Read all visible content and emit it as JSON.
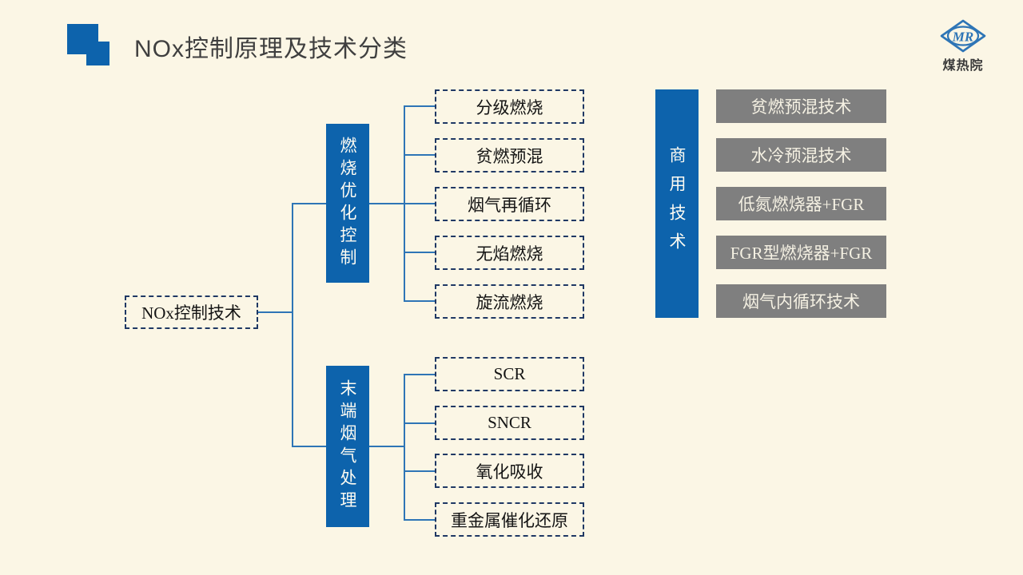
{
  "header": {
    "title": "NOx控制原理及技术分类",
    "logo": {
      "monogram": "MR",
      "caption": "煤热院"
    }
  },
  "tree": {
    "root": {
      "label": "NOx控制技术"
    },
    "branches": [
      {
        "label": "燃烧优化控制",
        "children": [
          "分级燃烧",
          "贫燃预混",
          "烟气再循环",
          "无焰燃烧",
          "旋流燃烧"
        ]
      },
      {
        "label": "末端烟气处理",
        "children": [
          "SCR",
          "SNCR",
          "氧化吸收",
          "重金属催化还原"
        ]
      }
    ]
  },
  "commercial": {
    "label": "商用技术",
    "items": [
      "贫燃预混技术",
      "水冷预混技术",
      "低氮燃烧器+FGR",
      "FGR型燃烧器+FGR",
      "烟气内循环技术"
    ]
  },
  "colors": {
    "background": "#FBF6E5",
    "primary_blue": "#0D63AC",
    "connector_blue": "#2E75B6",
    "dashed_border_navy": "#1F3864",
    "gray_box": "#7F7F7F",
    "title_text": "#3F3F3F"
  }
}
